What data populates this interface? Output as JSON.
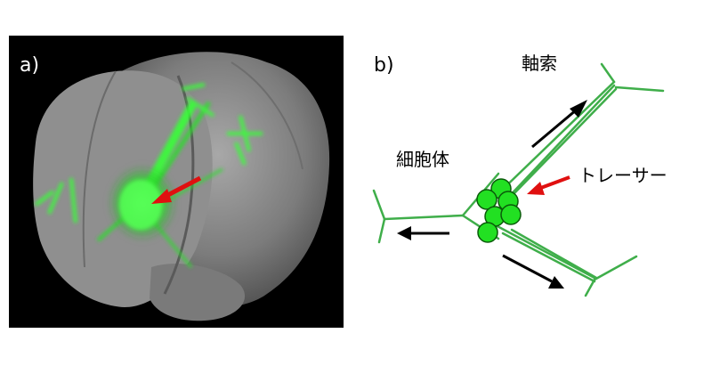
{
  "panel_a": {
    "label": "a)"
  },
  "panel_b": {
    "label": "b)",
    "labels": {
      "axon": "軸索",
      "cell_body": "細胞体",
      "tracer": "トレーサー"
    }
  },
  "colors": {
    "background_a": "#000000",
    "neuron_green": "#3fae4a",
    "cell_fill": "#22e022",
    "tracer_arrow": "#e01010",
    "direction_arrow": "#000000",
    "brain_gray": "#8a8a8a",
    "fluorescence": "#39ff39"
  }
}
